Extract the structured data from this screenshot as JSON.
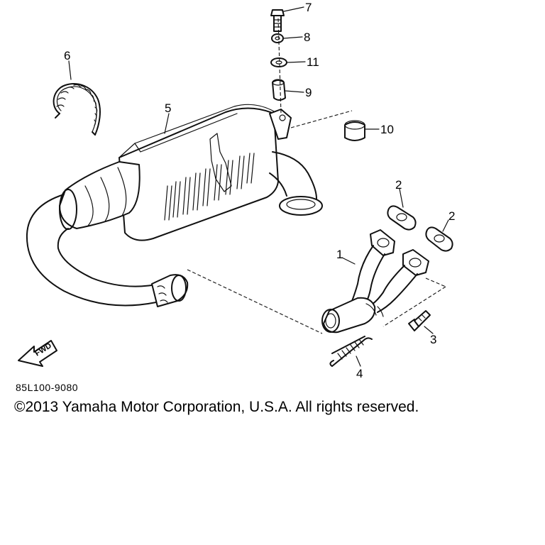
{
  "diagram": {
    "callouts": [
      "1",
      "2",
      "2",
      "3",
      "4",
      "5",
      "6",
      "7",
      "8",
      "11",
      "9",
      "10"
    ],
    "fwd_label": "FWD"
  },
  "footer": {
    "part_code": "85L100-9080",
    "copyright": "©2013 Yamaha Motor Corporation, U.S.A. All rights reserved."
  }
}
